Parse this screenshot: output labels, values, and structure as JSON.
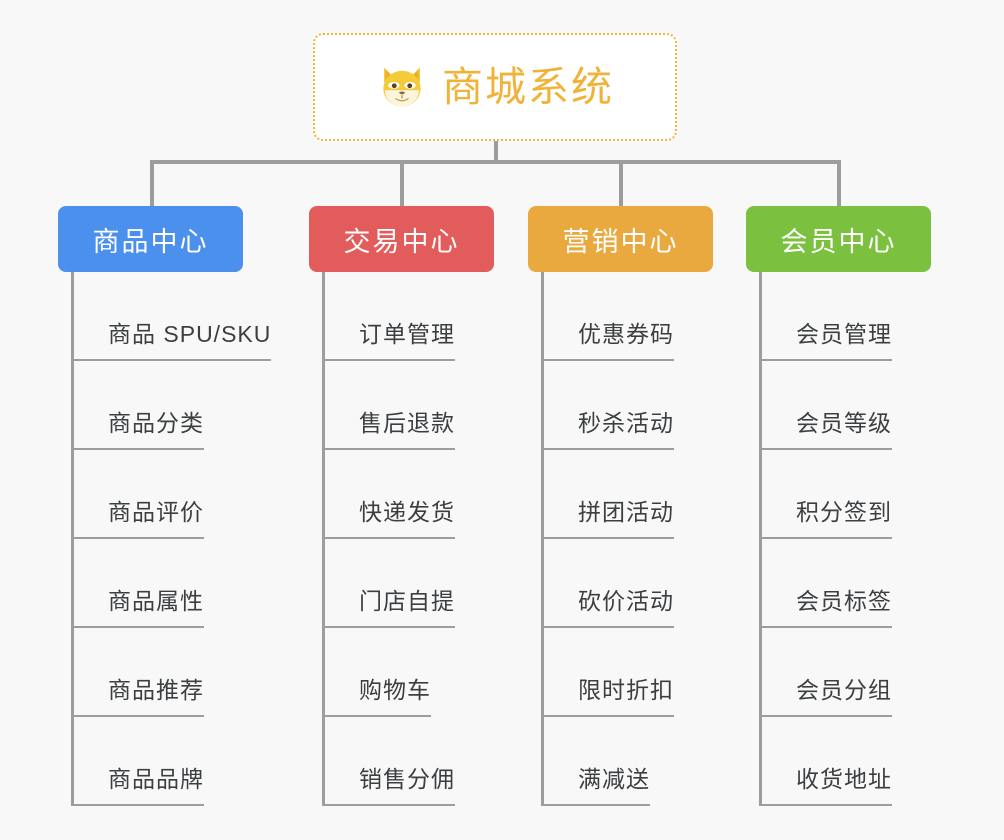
{
  "page": {
    "background_color": "#f8f8f8",
    "line_color": "#9d9d9d"
  },
  "root": {
    "title": "商城系统",
    "icon": "shiba-inu-dog-face-emoji",
    "text_color": "#f0b33a",
    "border_color": "#f0b63c",
    "fill_color": "#ffffff"
  },
  "columns": [
    {
      "header": "商品中心",
      "color": "#4a90ec",
      "items": [
        "商品 SPU/SKU",
        "商品分类",
        "商品评价",
        "商品属性",
        "商品推荐",
        "商品品牌"
      ]
    },
    {
      "header": "交易中心",
      "color": "#e25c5c",
      "items": [
        "订单管理",
        "售后退款",
        "快递发货",
        "门店自提",
        "购物车",
        "销售分佣"
      ]
    },
    {
      "header": "营销中心",
      "color": "#eaa93f",
      "items": [
        "优惠券码",
        "秒杀活动",
        "拼团活动",
        "砍价活动",
        "限时折扣",
        "满减送"
      ]
    },
    {
      "header": "会员中心",
      "color": "#7cc03f",
      "items": [
        "会员管理",
        "会员等级",
        "积分签到",
        "会员标签",
        "会员分组",
        "收货地址"
      ]
    }
  ]
}
